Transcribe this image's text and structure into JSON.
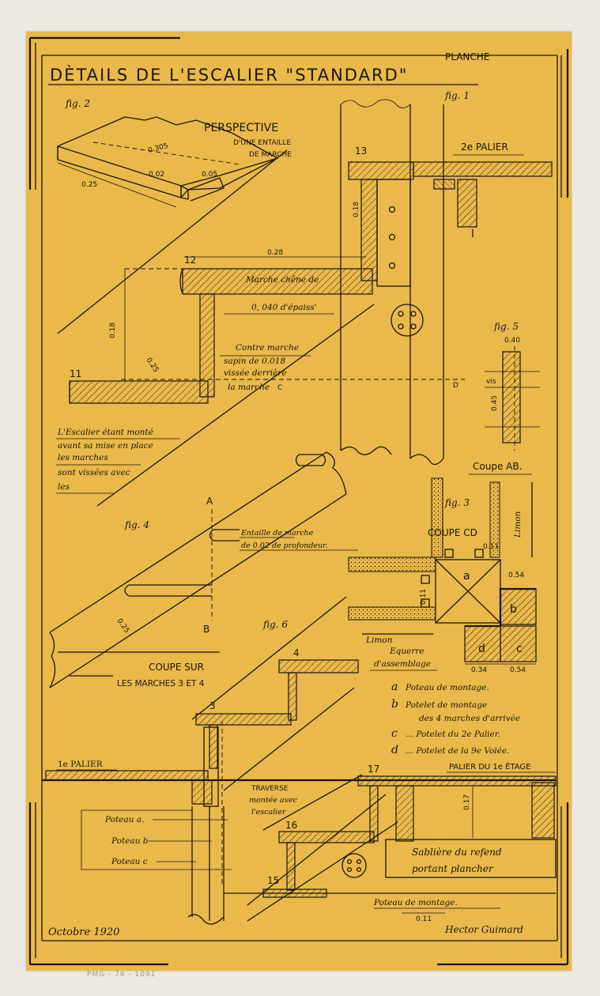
{
  "title": {
    "planche": "PLANCHE",
    "main": "DÈTAILS DE L'ESCALIER \"STANDARD\""
  },
  "fig2": {
    "label": "fig. 2",
    "heading": "PERSPECTIVE",
    "sub1": "D'UNE ENTAILLE",
    "sub2": "DE MARCHE",
    "dim_length": "0.305",
    "dim_width": "0.25",
    "dim_a": "0.02",
    "dim_b": "0.05"
  },
  "fig1": {
    "label": "fig. 1",
    "num13": "13",
    "palier2": "2e PALIER",
    "num12": "12",
    "num11": "11",
    "dim_tread": "0.28",
    "dim_rise": "0.18",
    "dim_diag": "0.25",
    "dim_side": "0.18",
    "marche1": "Marche chêne de",
    "marche2": "0, 040 d'épaiss'",
    "contre1": "Contre marche",
    "contre2": "sapin de 0.018",
    "contre3": "vissée derrière",
    "contre4": "la marche",
    "c": "C",
    "d": "D",
    "note1": "L'Escalier étant monté",
    "note2": "avant sa mise en place",
    "note3": "les marches",
    "note4": "sont vissées avec",
    "note5": "les"
  },
  "fig5": {
    "label": "fig. 5",
    "dim_top": "0.40",
    "dim_v1": "vis",
    "dim_v2": "0.45"
  },
  "fig3": {
    "coupe_ab": "Coupe AB.",
    "label": "fig. 3",
    "coupe_cd": "COUPE CD",
    "limon_v": "Limon",
    "dim_011": "0.11",
    "dim_054": "0.54",
    "dim_011v": "0.11",
    "a": "a",
    "b": "b",
    "c": "c",
    "d": "d",
    "dim_034": "0.34",
    "dim_054b": "0.54",
    "limon": "Limon",
    "equerre1": "Equerre",
    "equerre2": "d'assemblage"
  },
  "legend": [
    {
      "key": "a",
      "text": "Poteau de montage."
    },
    {
      "key": "b",
      "text": "Potelet de montage"
    },
    {
      "key": "",
      "text": "des 4 marches d'arrivée"
    },
    {
      "key": "c",
      "text": "... Potelet du 2e Palier."
    },
    {
      "key": "d",
      "text": "... Potelet de la 9e Volée."
    }
  ],
  "fig4": {
    "label": "fig. 4",
    "a": "A",
    "b": "B",
    "note1": "Entaille de marche",
    "note2": "de 0.02 de profondeur.",
    "dim": "0.25"
  },
  "fig6": {
    "label": "fig. 6",
    "coupe1": "COUPE SUR",
    "coupe2": "LES MARCHES 3 ET 4",
    "num3": "3",
    "num4": "4"
  },
  "lower": {
    "palier1": "1e PALIER",
    "traverse1": "TRAVERSE",
    "traverse2": "montée avec",
    "traverse3": "l'escalier",
    "poteau_a": "Poteau a.",
    "poteau_b": "Poteau b",
    "poteau_c": "Poteau c",
    "num17": "17",
    "num16": "16",
    "num15": "15",
    "palier_etage": "PALIER DU 1e ÉTAGE",
    "dim_017": "0.17",
    "sabliere1": "Sablière du refend",
    "sabliere2": "portant plancher",
    "poteau_montage": "Poteau de montage.",
    "dim_011": "0.11",
    "date": "Octobre 1920",
    "signature": "Hector Guimard"
  },
  "stamp": "PMG - 76 - 1091",
  "colors": {
    "paper": "#e9b94b",
    "ink": "#1d150c",
    "background": "#ece8e2"
  }
}
